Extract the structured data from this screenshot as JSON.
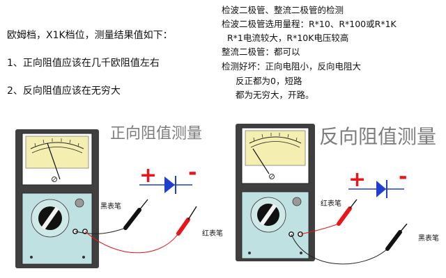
{
  "left_text": {
    "line1": "欧姆档，X1K档位，测量结果值如下：",
    "line2": "1、正向阻值应该在几千欧阻值左右",
    "line3": "2、反向阻值应该在无穷大"
  },
  "right_text": {
    "lines": [
      "检波二极管、整流二极管的检测",
      "检波二极管选用量程：R*10、R*100或R*1K",
      "R*1电流较大，R*10K电压较高",
      "整流二极管：都可以",
      "检测好坏：正向电阻小，反向电阻大",
      "反正都为0，短路",
      "都为无穷大，开路。"
    ]
  },
  "forward": {
    "title": "正向阻值测量",
    "plus": "+",
    "minus": "-",
    "black_probe": "黑表笔",
    "red_probe": "红表笔"
  },
  "reverse": {
    "title": "反向阻值测量",
    "plus": "+",
    "minus": "-",
    "black_probe": "黑表笔",
    "red_probe": "红表笔"
  },
  "colors": {
    "plus": "#e8161b",
    "minus": "#e8161b",
    "diode": "#1f3fd0",
    "meter_body": "#3f3f3f",
    "panel": "#bfe1e1",
    "title": "#7d7d7d"
  }
}
